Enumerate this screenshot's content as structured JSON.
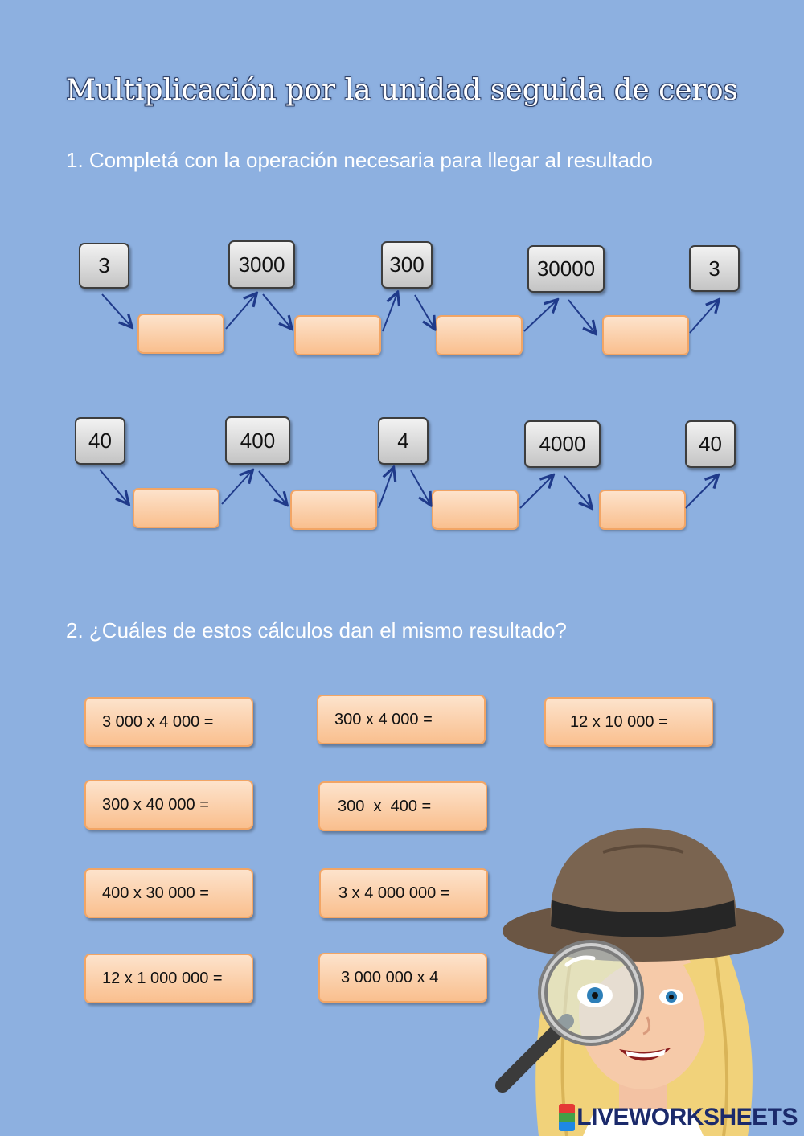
{
  "title": "Multiplicación por la unidad seguida de ceros",
  "instruction_1": "1. Completá con la operación necesaria para llegar al resultado",
  "instruction_2": "2. ¿Cuáles de estos cálculos dan el mismo resultado?",
  "chain_1": [
    "3",
    "3000",
    "300",
    "30000",
    "3"
  ],
  "chain_2": [
    "40",
    "400",
    "4",
    "4000",
    "40"
  ],
  "calculations": [
    "3 000 x 4 000 =",
    "300 x 4 000 =",
    "12 x 10 000 =",
    "300 x 40 000 =",
    "300  x  400 =",
    "400 x 30 000 =",
    "3 x 4 000 000 =",
    "12 x 1 000 000 =",
    "3 000 000 x 4"
  ],
  "watermark": "LIVEWORKSHEETS",
  "colors": {
    "background": "#8db0e0",
    "answer_box": "#f9bf8e",
    "number_box": "#d9d9d9",
    "arrow": "#1f3a8a"
  }
}
